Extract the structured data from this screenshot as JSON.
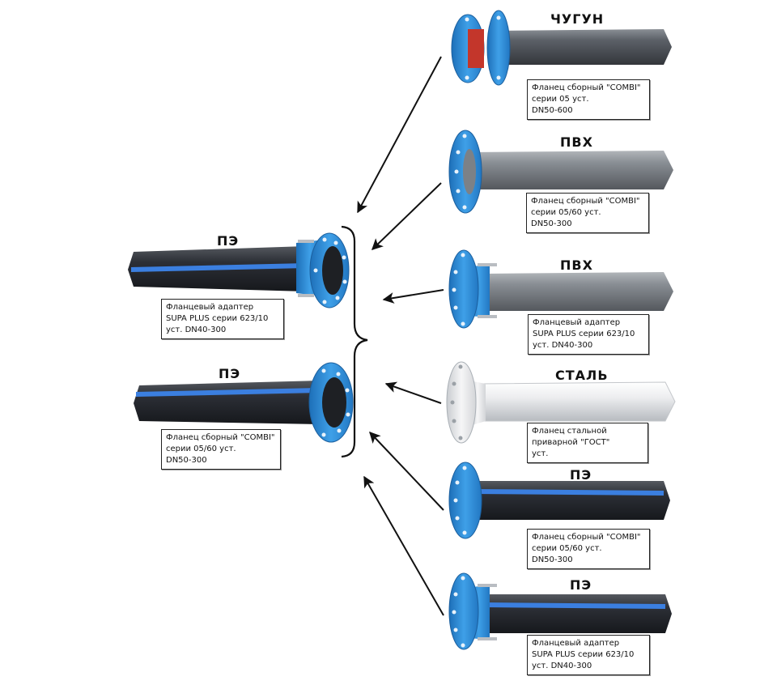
{
  "left": [
    {
      "material": "ПЭ",
      "caption": [
        "Фланцевый адаптер",
        "SUPA PLUS  серии 623/10",
        "уст. DN40-300"
      ]
    },
    {
      "material": "ПЭ",
      "caption": [
        "Фланец сборный \"COMBI\"",
        "серии 05/60 уст.",
        "DN50-300"
      ]
    }
  ],
  "right": [
    {
      "material": "ЧУГУН",
      "caption": [
        "Фланец сборный \"COMBI\"",
        "серии 05 уст.",
        "DN50-600"
      ]
    },
    {
      "material": "ПВХ",
      "caption": [
        "Фланец сборный \"COMBI\"",
        "серии 05/60  уст.",
        "DN50-300"
      ]
    },
    {
      "material": "ПВХ",
      "caption": [
        "Фланцевый адаптер",
        "SUPA PLUS серии 623/10",
        "уст. DN40-300"
      ]
    },
    {
      "material": "СТАЛЬ",
      "caption": [
        "Фланец стальной",
        "приварной \"ГОСТ\"",
        "уст."
      ]
    },
    {
      "material": "ПЭ",
      "caption": [
        "Фланец сборный \"COMBI\"",
        "серии 05/60 уст.",
        "DN50-300"
      ]
    },
    {
      "material": "ПЭ",
      "caption": [
        "Фланцевый адаптер",
        "SUPA PLUS  серии 623/10",
        "уст. DN40-300"
      ]
    }
  ],
  "colors": {
    "flange_blue": "#2f8fd8",
    "pe_black": "#2c2f36",
    "pe_stripe": "#3b7fe0",
    "pvc_gray": "#7c8187",
    "iron_dark": "#4d5258",
    "steel_white": "#e9eaec",
    "gasket_red": "#c3362b"
  }
}
